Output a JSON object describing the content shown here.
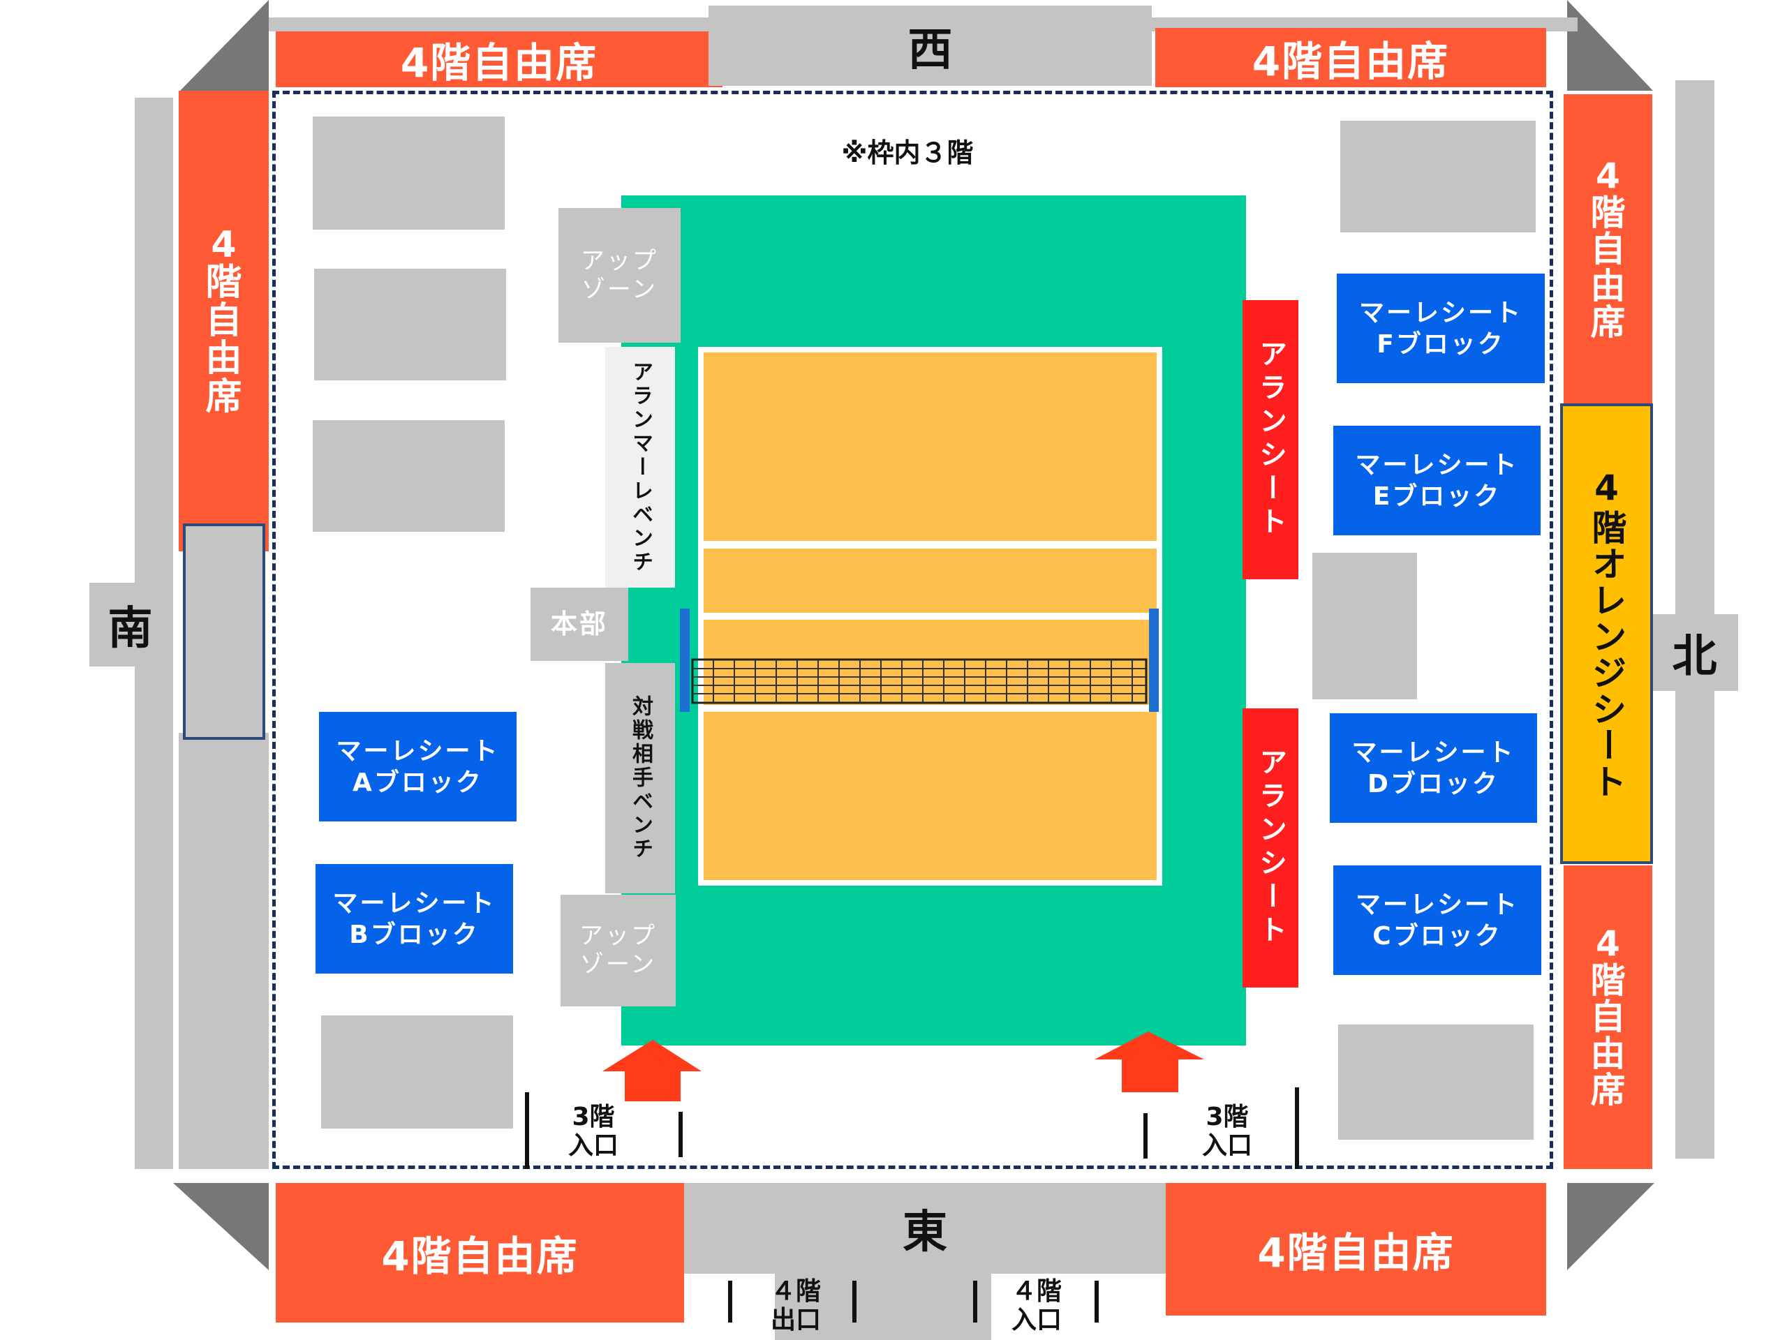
{
  "compass": {
    "west": "西",
    "east": "東",
    "south": "南",
    "north": "北"
  },
  "free_seat_label": "4階自由席",
  "free_seat_vertical": [
    "4",
    "階",
    "自",
    "由",
    "席"
  ],
  "note": "※枠内３階",
  "up_zone": "アップ\nゾーン",
  "aranmare_bench": "アランマーレベンチ",
  "opponent_bench": "対戦相手ベンチ",
  "headquarters": "本部",
  "arena_seat": "アランシート",
  "orange_seat": "4階オレンジシート",
  "mare_seats": {
    "a": "マーレシート\nAブロック",
    "b": "マーレシート\nBブロック",
    "c": "マーレシート\nCブロック",
    "d": "マーレシート\nDブロック",
    "e": "マーレシート\nEブロック",
    "f": "マーレシート\nFブロック"
  },
  "entrances": {
    "floor3_left": "3階\n入口",
    "floor3_right": "3階\n入口",
    "floor4_exit": "４階\n出口",
    "floor4_entrance": "４階\n入口"
  },
  "colors": {
    "free_seat": "#ff5a36",
    "mare_seat": "#0563ea",
    "arena_seat": "#ff1f1f",
    "orange_seat": "#ffbf00",
    "floor": "#00cc99",
    "court": "#ffbf4c",
    "arrow": "#ff3b1a"
  }
}
